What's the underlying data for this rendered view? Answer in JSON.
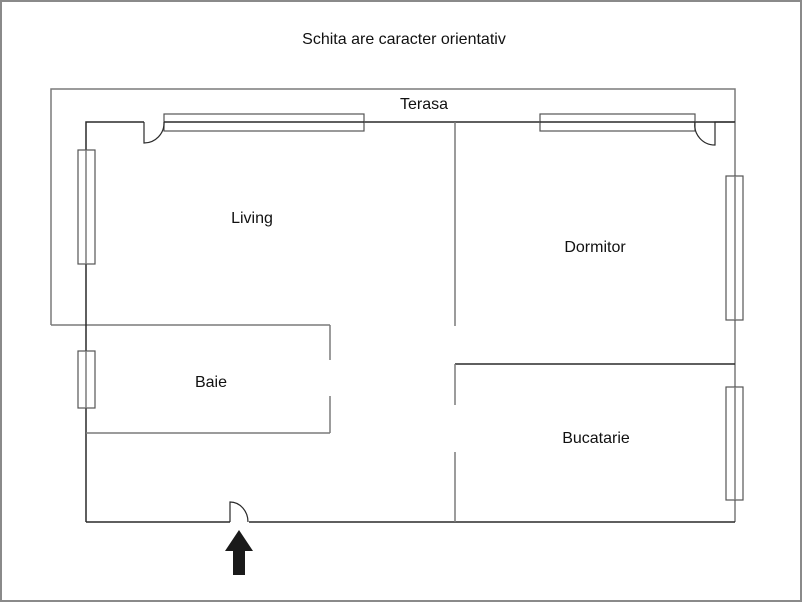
{
  "diagram": {
    "title": "Schita are caracter orientativ",
    "rooms": [
      {
        "name": "Terasa",
        "label": "Terasa"
      },
      {
        "name": "Living",
        "label": "Living"
      },
      {
        "name": "Dormitor",
        "label": "Dormitor"
      },
      {
        "name": "Baie",
        "label": "Baie"
      },
      {
        "name": "Bucatarie",
        "label": "Bucatarie"
      }
    ],
    "entrance": {
      "icon": "arrow-up-icon",
      "color": "#1a1a1a"
    }
  }
}
